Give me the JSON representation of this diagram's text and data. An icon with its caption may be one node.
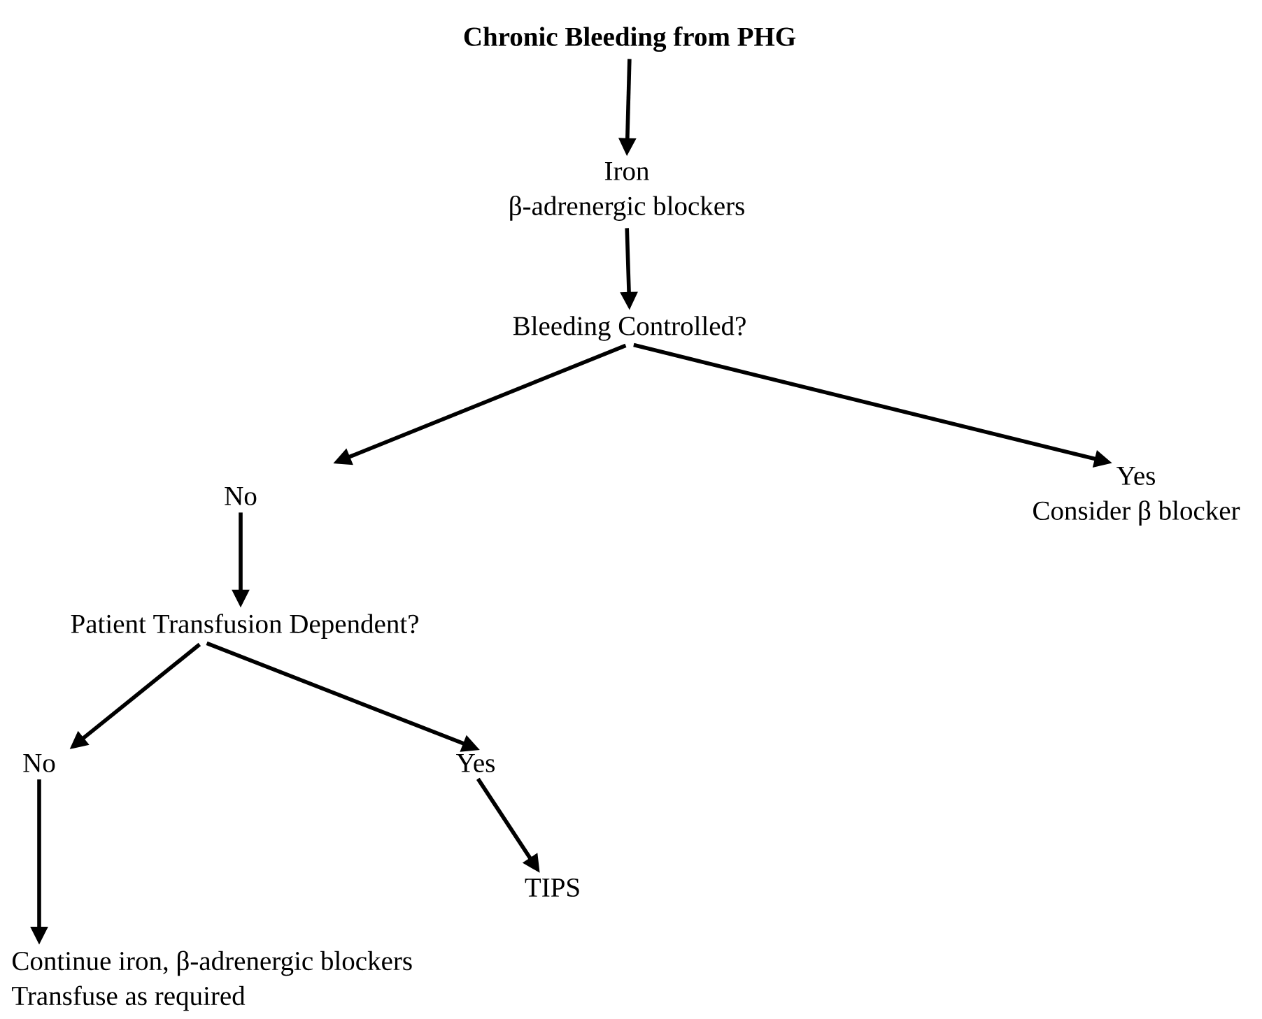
{
  "diagram": {
    "nodes": [
      {
        "text": [
          "Chronic Bleeding from PHG"
        ]
      },
      {
        "text": [
          "Iron",
          "β-adrenergic blockers"
        ]
      },
      {
        "text": [
          "Bleeding Controlled?"
        ]
      },
      {
        "text": [
          "No"
        ]
      },
      {
        "text": [
          "Yes",
          "Consider β blocker"
        ]
      },
      {
        "text": [
          "Patient Transfusion Dependent?"
        ]
      },
      {
        "text": [
          "No"
        ]
      },
      {
        "text": [
          "Yes"
        ]
      },
      {
        "text": [
          "TIPS"
        ]
      },
      {
        "text": [
          "Continue iron, β-adrenergic blockers",
          "Transfuse as required"
        ]
      }
    ],
    "edges": [
      {
        "from": 0,
        "to": 1,
        "arrow": "to"
      },
      {
        "from": 1,
        "to": 2,
        "arrow": "to"
      },
      {
        "from": 2,
        "to": 3,
        "arrow": "to"
      },
      {
        "from": 2,
        "to": 4,
        "arrow": "to"
      },
      {
        "from": 3,
        "to": 5,
        "arrow": "to"
      },
      {
        "from": 5,
        "to": 6,
        "arrow": "to"
      },
      {
        "from": 5,
        "to": 7,
        "arrow": "to"
      },
      {
        "from": 7,
        "to": 8,
        "arrow": "to"
      },
      {
        "from": 6,
        "to": 9,
        "arrow": "to"
      }
    ]
  }
}
